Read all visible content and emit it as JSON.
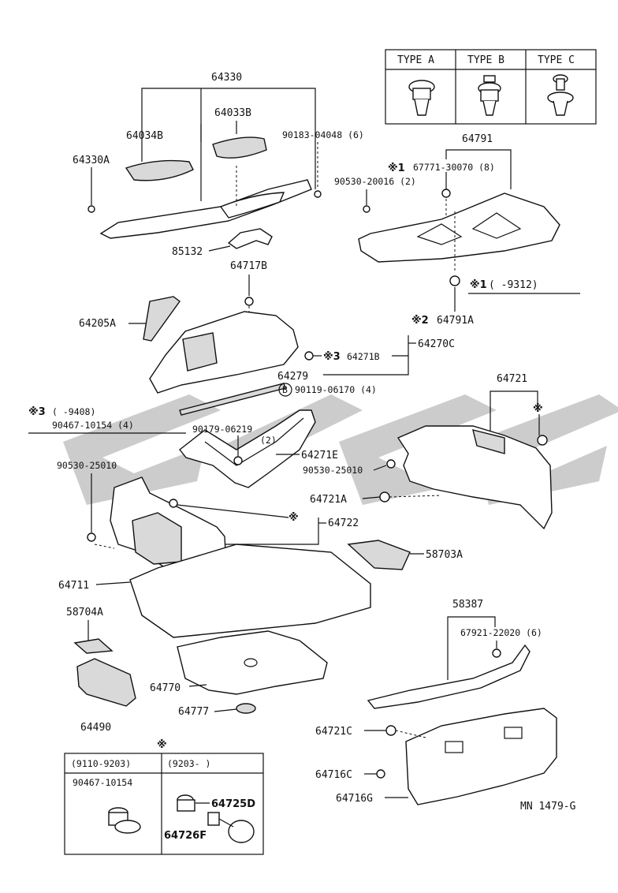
{
  "type_table": {
    "headers": [
      "TYPE A",
      "TYPE B",
      "TYPE C"
    ]
  },
  "labels": {
    "p64330": "64330",
    "p64034B": "64034B",
    "p64033B": "64033B",
    "p90183": "90183-04048 (6)",
    "p64330A": "64330A",
    "p85132": "85132",
    "p64791": "64791",
    "p67771_mark": "※1",
    "p67771": "67771-30070 (8)",
    "p90530_20016": "90530-20016 (2)",
    "note1_mark": "※1",
    "note1": "(      -9312)",
    "p64791A_mark": "※2",
    "p64791A": "64791A",
    "p64717B": "64717B",
    "p64205A": "64205A",
    "p64271B_mark": "※3",
    "p64271B": "64271B",
    "p64270C": "64270C",
    "p64279": "64279",
    "p90119_mark": "B",
    "p90119": "90119-06170 (4)",
    "note3_mark": "※3",
    "note3": "(      -9408)",
    "p90467_top": "90467-10154 (4)",
    "p90179": "90179-06219",
    "p90179_qty": "(2)",
    "p64271E": "64271E",
    "p64721": "64721",
    "p64721_mark": "※",
    "p90530_25010_l": "90530-25010",
    "p90530_25010_r": "90530-25010",
    "p64721A": "64721A",
    "p64722_mark": "※",
    "p64722": "64722",
    "p58703A": "58703A",
    "p64711": "64711",
    "p58704A": "58704A",
    "p58387": "58387",
    "p67921": "67921-22020 (6)",
    "p64770": "64770",
    "p64490": "64490",
    "p64777": "64777",
    "p64721C": "64721C",
    "p64716C": "64716C",
    "p64716G": "64716G",
    "legend_mark": "※",
    "legend_col1": "(9110-9203)",
    "legend_col2": "(9203-        )",
    "legend_part1": "90467-10154",
    "p64725D": "64725D",
    "p64726F": "64726F",
    "code": "MN  1479-G"
  }
}
